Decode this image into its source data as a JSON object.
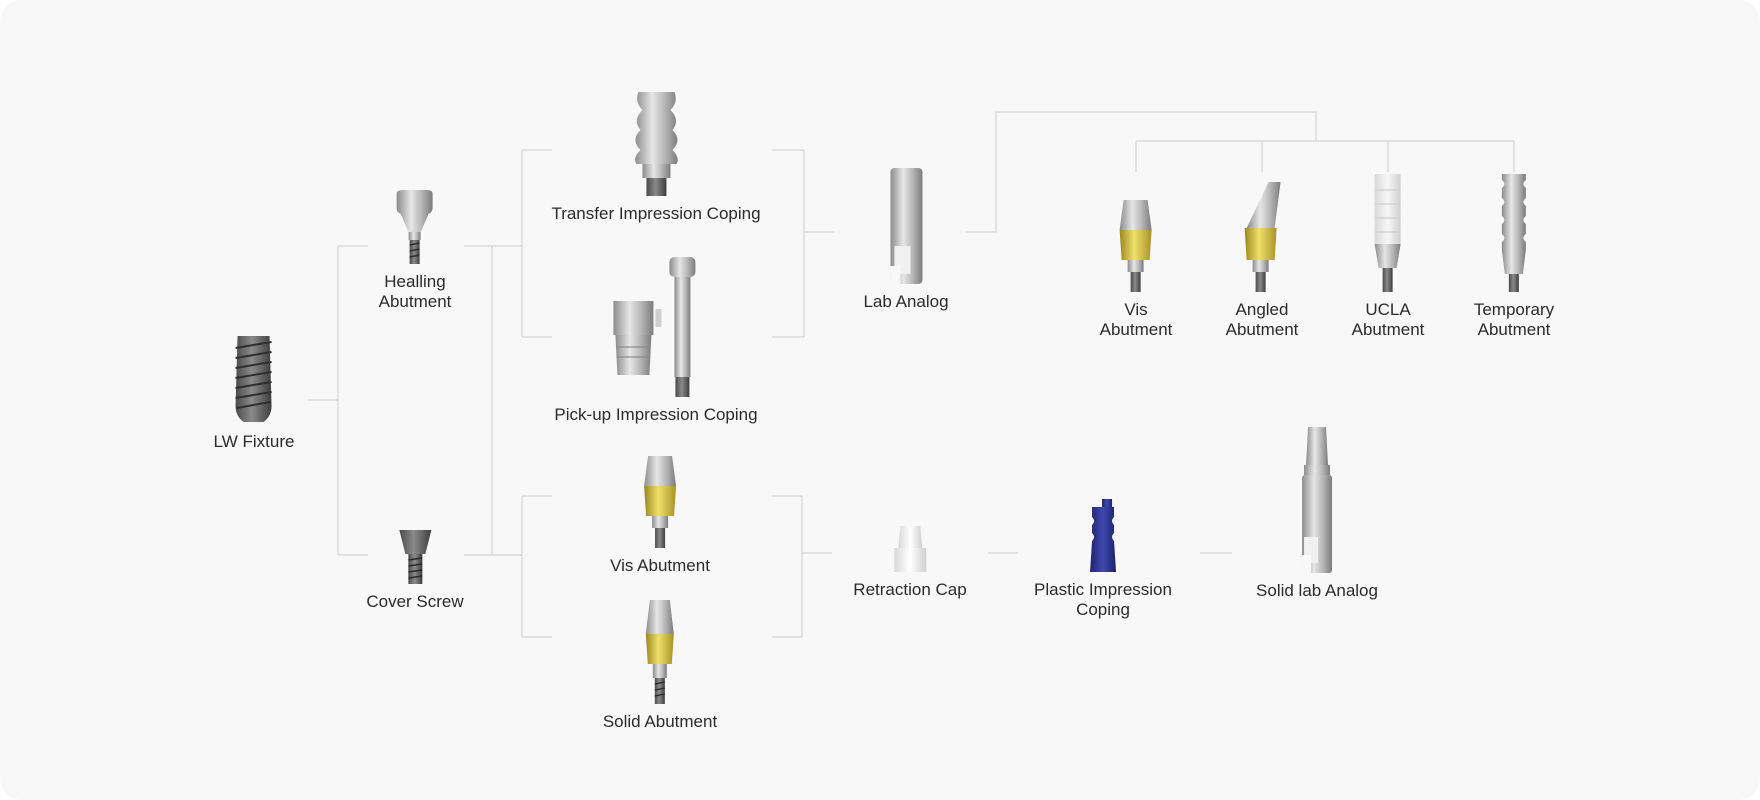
{
  "colors": {
    "background": "#f8f8f8",
    "connector": "#d4d4d4",
    "label": "#2b2b2b",
    "titanium": "#b8b8b8",
    "gold": "#d9c23a",
    "plastic_white": "#ececec",
    "plastic_blue": "#2f3490"
  },
  "nodes": {
    "lw_fixture": {
      "label": [
        "LW Fixture"
      ],
      "icon": "implant-fixture-icon"
    },
    "healing_abutment": {
      "label": [
        "Healling",
        "Abutment"
      ],
      "icon": "healing-abutment-icon"
    },
    "cover_screw": {
      "label": [
        "Cover Screw"
      ],
      "icon": "cover-screw-icon"
    },
    "transfer_coping": {
      "label": [
        "Transfer Impression Coping"
      ],
      "icon": "transfer-coping-icon"
    },
    "pickup_coping": {
      "label": [
        "Pick-up Impression Coping"
      ],
      "icon": "pickup-coping-icon"
    },
    "vis_abutment": {
      "label": [
        "Vis Abutment"
      ],
      "icon": "vis-abutment-icon"
    },
    "solid_abutment": {
      "label": [
        "Solid Abutment"
      ],
      "icon": "solid-abutment-icon"
    },
    "lab_analog": {
      "label": [
        "Lab Analog"
      ],
      "icon": "lab-analog-icon"
    },
    "vis_abutment_2": {
      "label": [
        "Vis",
        "Abutment"
      ],
      "icon": "vis-abutment-icon"
    },
    "angled_abutment": {
      "label": [
        "Angled",
        "Abutment"
      ],
      "icon": "angled-abutment-icon"
    },
    "ucla_abutment": {
      "label": [
        "UCLA",
        "Abutment"
      ],
      "icon": "ucla-abutment-icon"
    },
    "temporary_abutment": {
      "label": [
        "Temporary",
        "Abutment"
      ],
      "icon": "temporary-abutment-icon"
    },
    "retraction_cap": {
      "label": [
        "Retraction Cap"
      ],
      "icon": "retraction-cap-icon"
    },
    "plastic_coping": {
      "label": [
        "Plastic Impression",
        "Coping"
      ],
      "icon": "plastic-coping-icon"
    },
    "solid_lab_analog": {
      "label": [
        "Solid lab Analog"
      ],
      "icon": "solid-lab-analog-icon"
    }
  }
}
